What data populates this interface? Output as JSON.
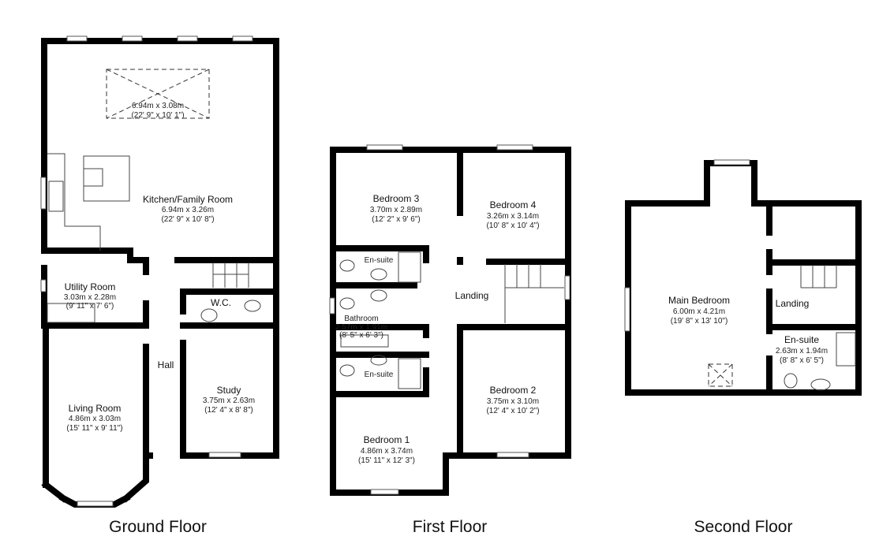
{
  "ground_floor": {
    "title": "Ground Floor",
    "rooms": [
      {
        "name": "Kitchen/Family Room",
        "metric": "6.94m x 3.26m",
        "imperial": "(22' 9\" x 10' 8\")"
      },
      {
        "name": "",
        "metric": "6.94m x 3.08m",
        "imperial": "(22' 9\" x 10' 1\")"
      },
      {
        "name": "Utility Room",
        "metric": "3.03m x 2.28m",
        "imperial": "(9' 11\" x 7' 6\")"
      },
      {
        "name": "W.C."
      },
      {
        "name": "Hall"
      },
      {
        "name": "Study",
        "metric": "3.75m x 2.63m",
        "imperial": "(12' 4\" x 8' 8\")"
      },
      {
        "name": "Living Room",
        "metric": "4.86m x 3.03m",
        "imperial": "(15' 11\" x 9' 11\")"
      }
    ]
  },
  "first_floor": {
    "title": "First Floor",
    "rooms": [
      {
        "name": "Bedroom 3",
        "metric": "3.70m x 2.89m",
        "imperial": "(12' 2\" x 9' 6\")"
      },
      {
        "name": "Bedroom 4",
        "metric": "3.26m x 3.14m",
        "imperial": "(10' 8\" x 10' 4\")"
      },
      {
        "name": "En-suite"
      },
      {
        "name": "Landing"
      },
      {
        "name": "Bathroom",
        "metric": "2.57m x 1.91m",
        "imperial": "(8' 5\" x 6' 3\")"
      },
      {
        "name": "En-suite"
      },
      {
        "name": "Bedroom 2",
        "metric": "3.75m x 3.10m",
        "imperial": "(12' 4\" x 10' 2\")"
      },
      {
        "name": "Bedroom 1",
        "metric": "4.86m x 3.74m",
        "imperial": "(15' 11\" x 12' 3\")"
      }
    ]
  },
  "second_floor": {
    "title": "Second Floor",
    "rooms": [
      {
        "name": "Main Bedroom",
        "metric": "6.00m x 4.21m",
        "imperial": "(19' 8\" x 13' 10\")"
      },
      {
        "name": "Landing"
      },
      {
        "name": "En-suite",
        "metric": "2.63m x 1.94m",
        "imperial": "(8' 8\" x 6' 5\")"
      }
    ]
  }
}
